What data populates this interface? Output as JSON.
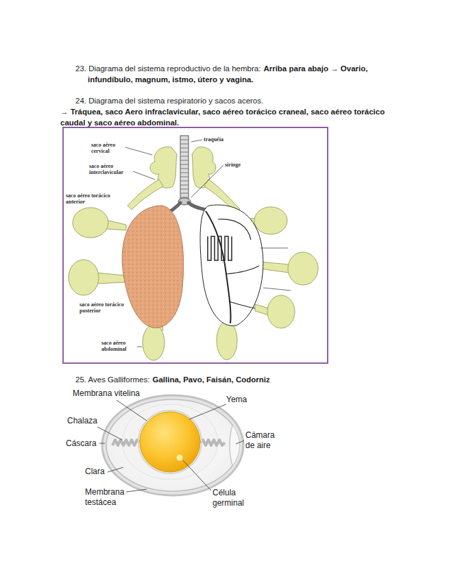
{
  "diagram": {
    "labels": [
      "23. Diagrama del sistema reproductivo de la hembra:",
      "Arriba para abajo → Ovario, infundíbulo, magnum, istmo, útero y vagina.",
      "24. Diagrama del sistema respiratorio y sacos aceros.",
      "→ Tráquea, saco Aero infraclavicular, saco aéreo torácico craneal, saco aéreo torácico caudal y saco aéreo abdominal.",
      "traquéia",
      "saco aéreo cervical",
      "siringe",
      "saco aéreo interclavicular",
      "saco aéreo torácico anterior",
      "saco aéreo torácico posterior",
      "saco aéreo abdominal",
      "25. Aves Galliformes:",
      "Gallina, Pavo, Faisán, Codorniz",
      "Membrana vitelina",
      "Yema",
      "Chalaza",
      "Cámara de aire",
      "Cáscara",
      "Clara",
      "Membrana testácea",
      "Célula germinal"
    ]
  }
}
